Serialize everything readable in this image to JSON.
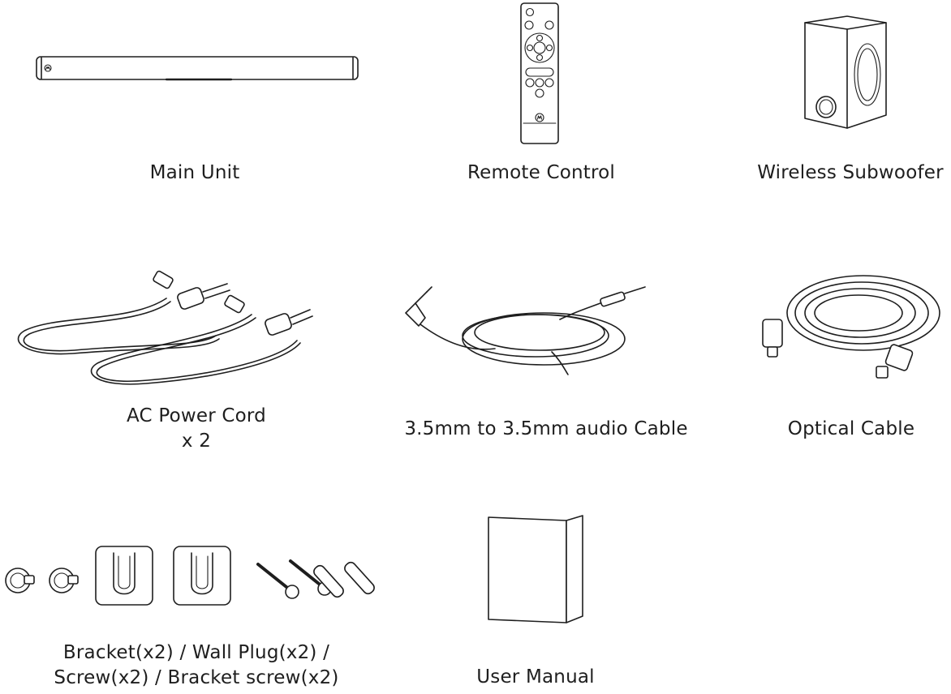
{
  "items": [
    {
      "id": "main-unit",
      "label": "Main Unit"
    },
    {
      "id": "remote-control",
      "label": "Remote Control"
    },
    {
      "id": "wireless-subwoofer",
      "label": "Wireless Subwoofer"
    },
    {
      "id": "ac-power-cord",
      "label": "AC Power Cord",
      "label_line2": "x 2"
    },
    {
      "id": "audio-cable",
      "label": "3.5mm to 3.5mm audio Cable"
    },
    {
      "id": "optical-cable",
      "label": "Optical Cable"
    },
    {
      "id": "mounting-hardware",
      "label": "Bracket(x2) / Wall Plug(x2) /",
      "label_line2": "Screw(x2) / Bracket screw(x2)"
    },
    {
      "id": "user-manual",
      "label": "User Manual"
    }
  ]
}
